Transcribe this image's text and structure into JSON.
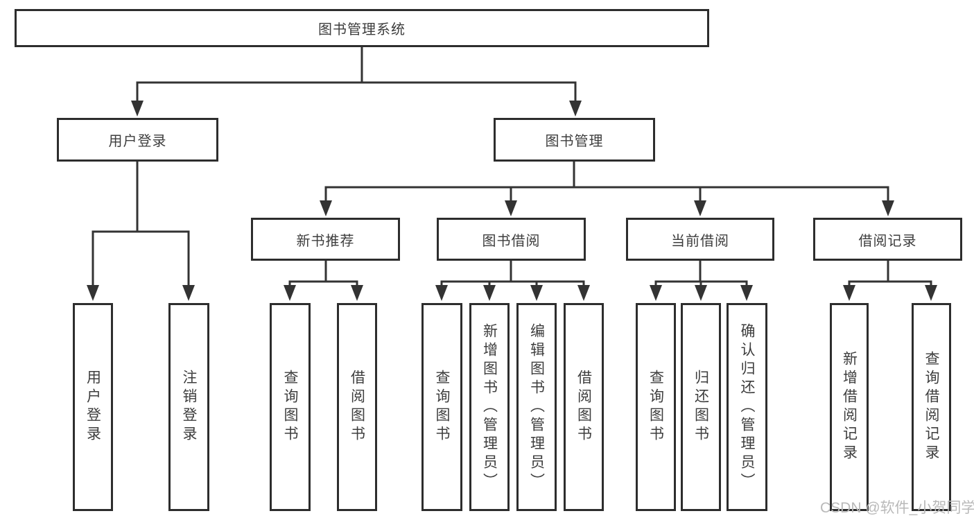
{
  "diagram": {
    "root": "图书管理系统",
    "branches": [
      {
        "label": "用户登录",
        "leaves": [
          "用户登录",
          "注销登录"
        ]
      },
      {
        "label": "图书管理",
        "subbranches": [
          {
            "label": "新书推荐",
            "leaves": [
              "查询图书",
              "借阅图书"
            ]
          },
          {
            "label": "图书借阅",
            "leaves": [
              "查询图书",
              "新增图书（管理员）",
              "编辑图书（管理员）",
              "借阅图书"
            ]
          },
          {
            "label": "当前借阅",
            "leaves": [
              "查询图书",
              "归还图书",
              "确认归还（管理员）"
            ]
          },
          {
            "label": "借阅记录",
            "leaves": [
              "新增借阅记录",
              "查询借阅记录"
            ]
          }
        ]
      }
    ]
  },
  "watermark": "CSDN @软件_小贺同学",
  "colors": {
    "line": "#333333",
    "box_border": "#2d2d2d",
    "box_fill": "#ffffff",
    "text": "#3d3d3d",
    "watermark_text": "#b9b9b9"
  }
}
